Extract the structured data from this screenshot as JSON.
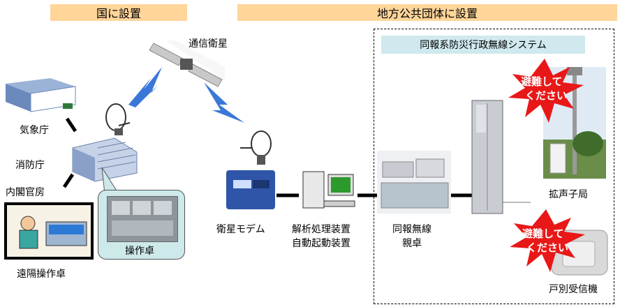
{
  "banners": {
    "national": "国に設置",
    "local": "地方公共団体に設置"
  },
  "system_box_title": "同報系防災行政無線システム",
  "labels": {
    "satellite": "通信衛星",
    "jma": "気象庁",
    "fdma": "消防庁",
    "cabinet": "内閣官房",
    "remote_console": "遠隔操作卓",
    "console": "操作卓",
    "sat_modem": "衛星モデム",
    "analysis_line1": "解析処理装置",
    "analysis_line2": "自動起動装置",
    "base_line1": "同報無線",
    "base_line2": "親卓",
    "loudspeaker": "拡声子局",
    "household": "戸別受信機"
  },
  "alerts": {
    "top_line1": "避難して",
    "top_line2": "ください",
    "bottom_line1": "避難して",
    "bottom_line2": "ください"
  },
  "colors": {
    "banner": "#ffd59a",
    "box_title": "#cfe9ee",
    "lightning": "#3a78d8",
    "starburst": "#e81818",
    "alert_text": "#ffffff"
  }
}
